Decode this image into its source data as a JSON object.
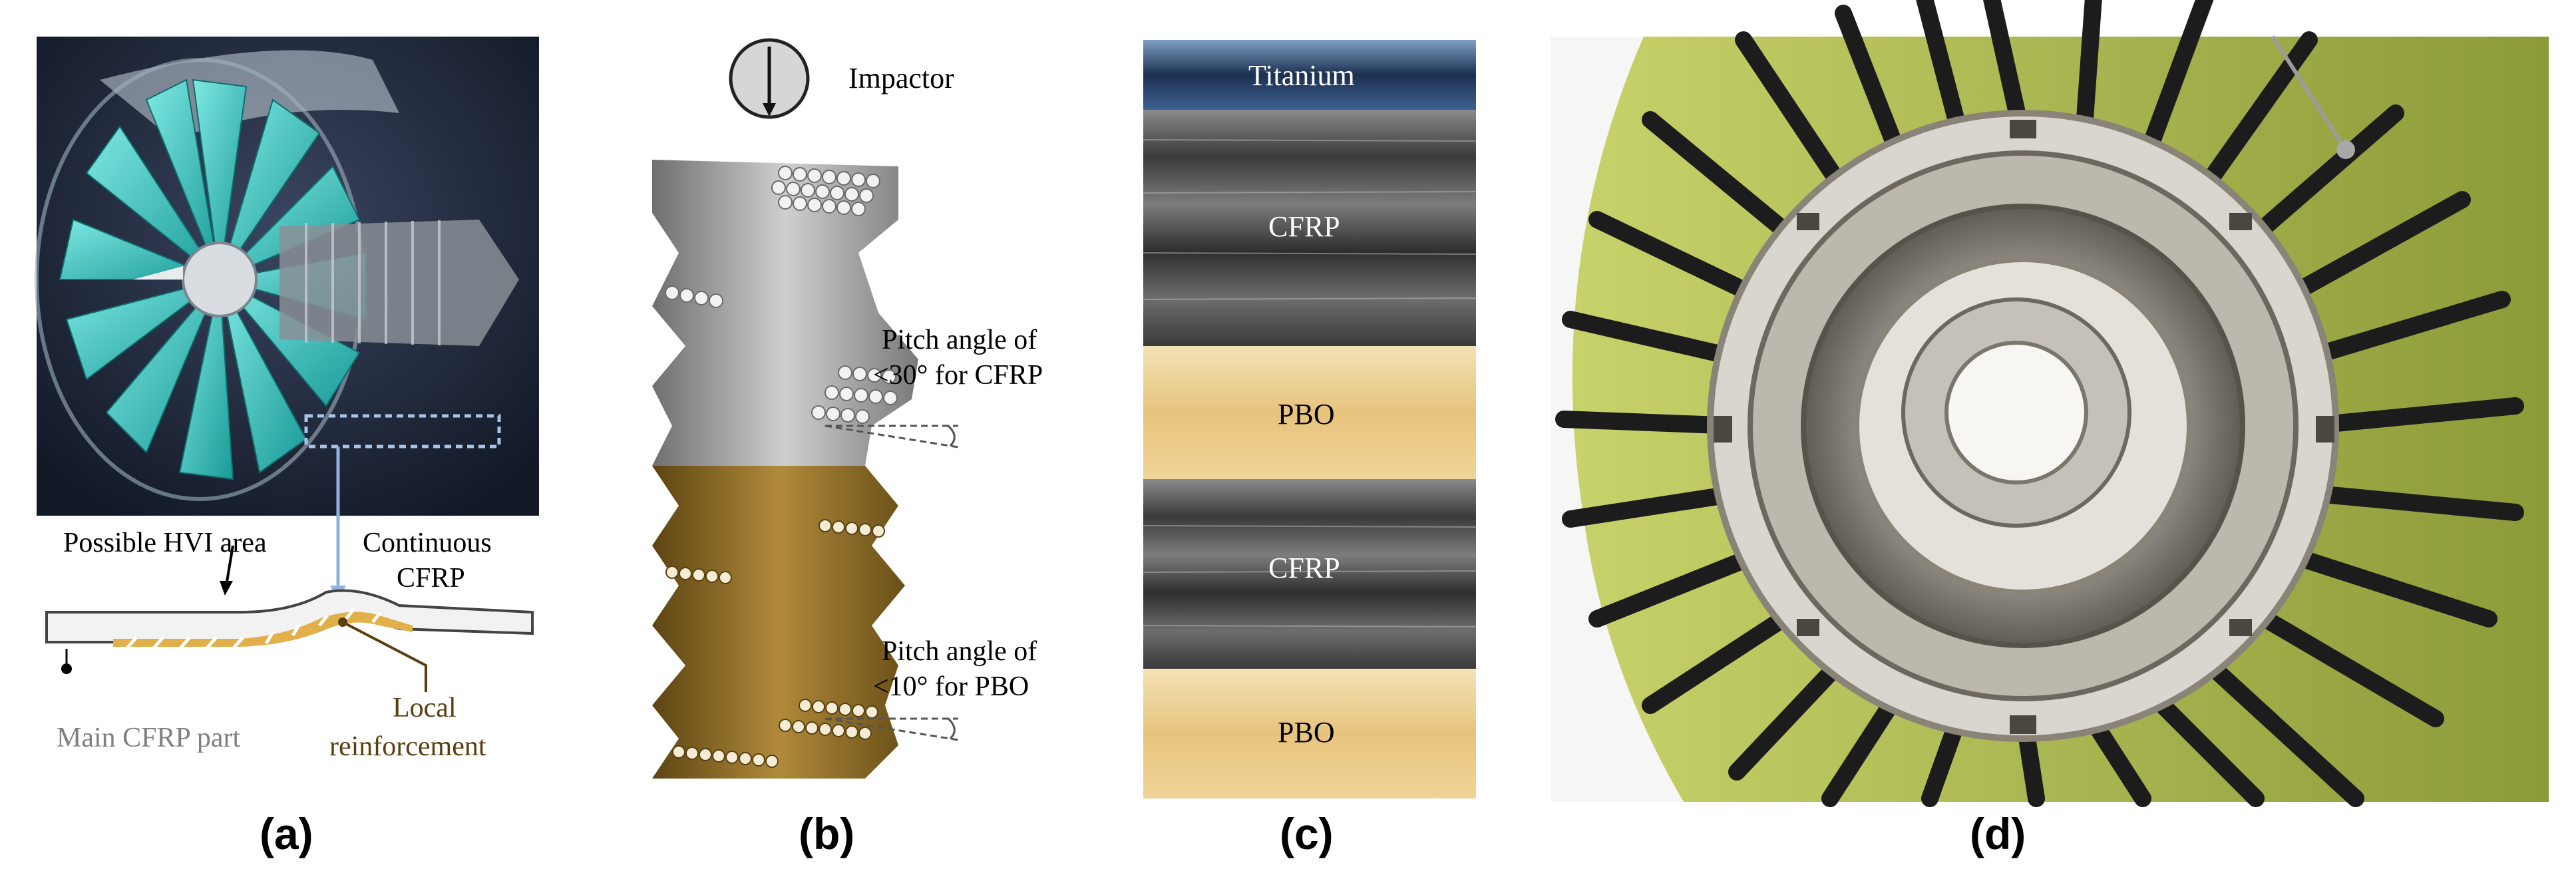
{
  "panel_a": {
    "label": "(a)",
    "hvi_area": "Possible HVI area",
    "continuous": "Continuous",
    "cfrp": "CFRP",
    "main_part": "Main CFRP part",
    "local": "Local",
    "reinforcement": "reinforcement"
  },
  "panel_b": {
    "label": "(b)",
    "impactor": "Impactor",
    "pitch_cfrp_line1": "Pitch angle of",
    "pitch_cfrp_line2": "<30° for CFRP",
    "pitch_pbo_line1": "Pitch angle of",
    "pitch_pbo_line2": "<10° for PBO"
  },
  "panel_c": {
    "label": "(c)",
    "layers": [
      "Titanium",
      "CFRP",
      "PBO",
      "CFRP",
      "PBO"
    ]
  },
  "panel_d": {
    "label": "(d)"
  },
  "colors": {
    "cfrp_fiber": "#9a9a9a",
    "pbo_fiber": "#8a6a2a",
    "fan_teal": "#3fc9c4",
    "nacelle_green": "#b4c25a",
    "pbo_layer": "#e9c98a"
  }
}
